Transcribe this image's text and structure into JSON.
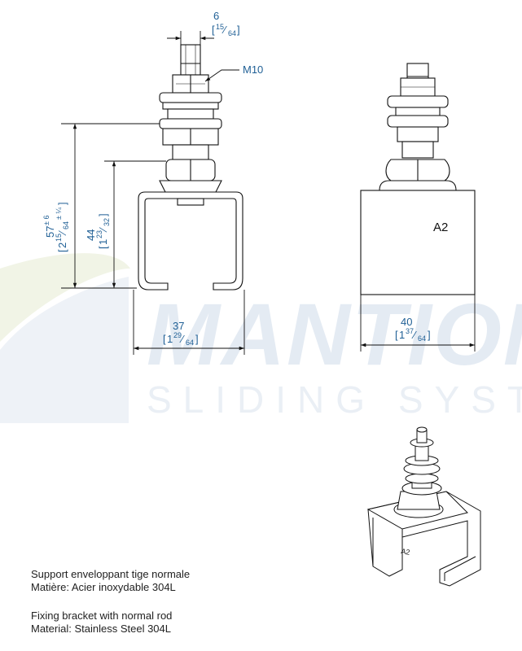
{
  "watermark": {
    "brand": "MANTION",
    "tagline": "SLIDING SYSTEMS"
  },
  "dimensions": {
    "rod_width": {
      "metric": "6",
      "imperial_num": "15",
      "imperial_den": "64"
    },
    "thread": "M10",
    "total_height": {
      "metric": "57",
      "tol": "± 6",
      "imperial_int": "2",
      "imperial_num": "15",
      "imperial_den": "64",
      "imperial_tol": "± ¼"
    },
    "bracket_height": {
      "metric": "44",
      "imperial_int": "1",
      "imperial_num": "23",
      "imperial_den": "32"
    },
    "side_width": {
      "metric": "37",
      "imperial_int": "1",
      "imperial_num": "29",
      "imperial_den": "64"
    },
    "front_width": {
      "metric": "40",
      "imperial_int": "1",
      "imperial_num": "37",
      "imperial_den": "64"
    }
  },
  "labels": {
    "model_front": "A2",
    "model_iso": "A2"
  },
  "caption": {
    "fr_line1": "Support enveloppant tige normale",
    "fr_line2": "Matière: Acier inoxydable 304L",
    "en_line1": "Fixing bracket with normal rod",
    "en_line2": "Material: Stainless Steel 304L"
  }
}
